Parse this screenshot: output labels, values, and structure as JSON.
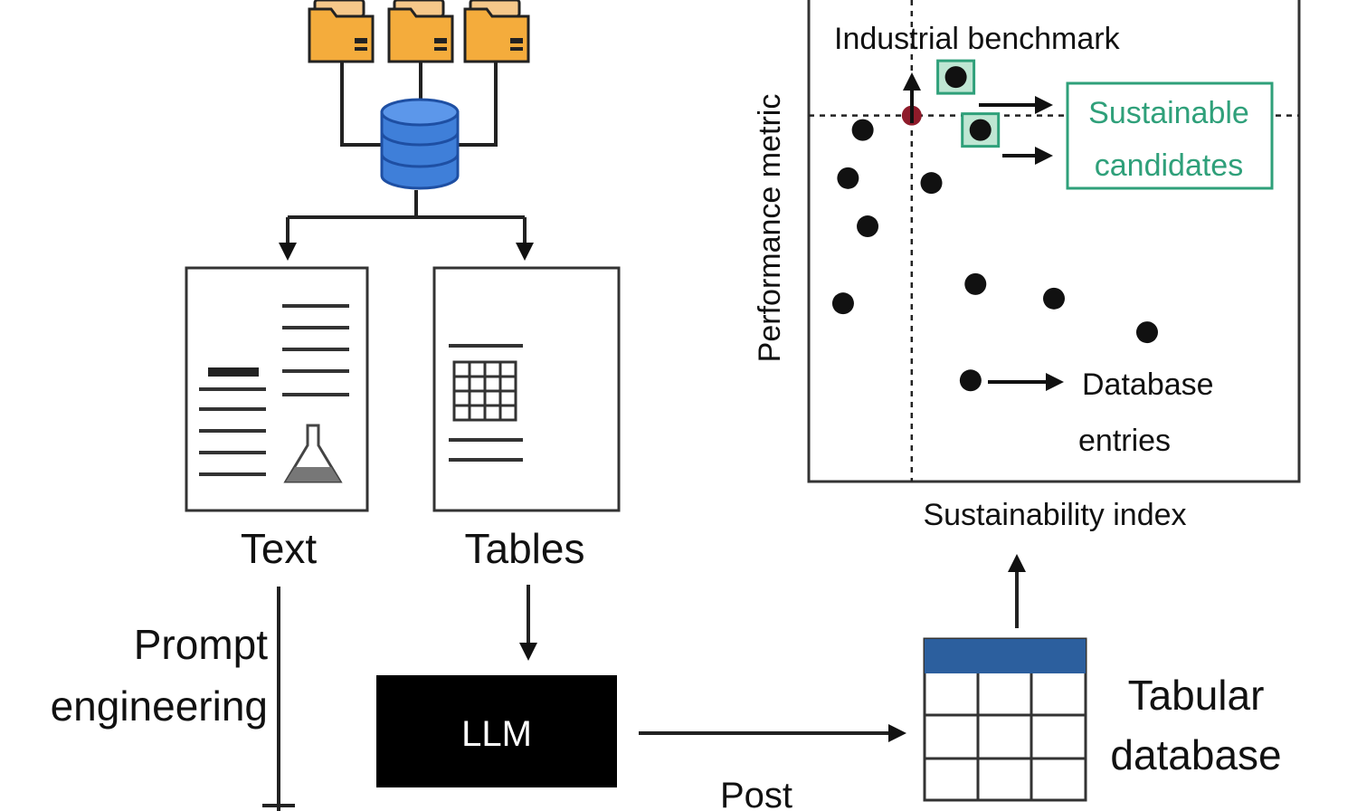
{
  "sources": {
    "folder_count": 3
  },
  "documents": {
    "text_label": "Text",
    "tables_label": "Tables"
  },
  "pipeline": {
    "prompt_label_line1": "Prompt",
    "prompt_label_line2": "engineering",
    "llm_label": "LLM",
    "post_label": "Post",
    "tabular_line1": "Tabular",
    "tabular_line2": "database"
  },
  "chart": {
    "ylabel": "Performance metric",
    "xlabel": "Sustainability index",
    "benchmark_label": "Industrial benchmark",
    "candidates_line1": "Sustainable",
    "candidates_line2": "candidates",
    "entries_line1": "Database",
    "entries_line2": "entries"
  },
  "chart_data": {
    "type": "scatter",
    "xlabel": "Sustainability index",
    "ylabel": "Performance metric",
    "annotations": [
      "Industrial benchmark",
      "Sustainable candidates",
      "Database entries"
    ],
    "benchmark": {
      "x": 0.21,
      "y": 0.76
    },
    "points": [
      {
        "x": 0.11,
        "y": 0.73,
        "kind": "entry"
      },
      {
        "x": 0.08,
        "y": 0.63,
        "kind": "entry"
      },
      {
        "x": 0.25,
        "y": 0.62,
        "kind": "entry"
      },
      {
        "x": 0.12,
        "y": 0.53,
        "kind": "entry"
      },
      {
        "x": 0.07,
        "y": 0.37,
        "kind": "entry"
      },
      {
        "x": 0.34,
        "y": 0.41,
        "kind": "entry"
      },
      {
        "x": 0.5,
        "y": 0.38,
        "kind": "entry"
      },
      {
        "x": 0.69,
        "y": 0.31,
        "kind": "entry"
      },
      {
        "x": 0.33,
        "y": 0.21,
        "kind": "entry"
      },
      {
        "x": 0.3,
        "y": 0.84,
        "kind": "candidate"
      },
      {
        "x": 0.35,
        "y": 0.73,
        "kind": "candidate"
      }
    ],
    "xlim": [
      0,
      1
    ],
    "ylim": [
      0,
      1
    ],
    "grid": false
  },
  "colors": {
    "folder": "#f4ac3c",
    "folder_dark": "#c9851f",
    "database": "#3f7fd9",
    "database_dark": "#1e4fa3",
    "candidate_box": "#2fa07a",
    "candidate_fill": "#bfe6d3",
    "benchmark_point": "#8e1b2a",
    "table_header": "#2c5f9e",
    "llm_box": "#000000"
  }
}
